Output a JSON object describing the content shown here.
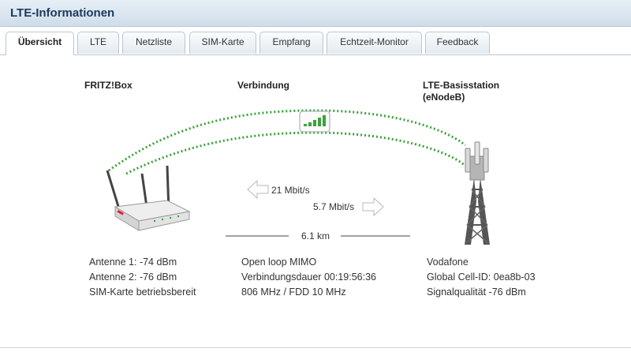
{
  "window": {
    "title": "LTE-Informationen"
  },
  "tabs": [
    {
      "label": "Übersicht",
      "active": true
    },
    {
      "label": "LTE",
      "active": false
    },
    {
      "label": "Netzliste",
      "active": false
    },
    {
      "label": "SIM-Karte",
      "active": false
    },
    {
      "label": "Empfang",
      "active": false
    },
    {
      "label": "Echtzeit-Monitor",
      "active": false
    },
    {
      "label": "Feedback",
      "active": false
    }
  ],
  "overview": {
    "device_heading": "FRITZ!Box",
    "connection_heading": "Verbindung",
    "station_heading_line1": "LTE-Basisstation",
    "station_heading_line2": "(eNodeB)",
    "downlink": "21 Mbit/s",
    "uplink": "5.7 Mbit/s",
    "distance": "6.1 km",
    "device_info": [
      "Antenne 1: -74 dBm",
      "Antenne 2: -76 dBm",
      "SIM-Karte betriebsbereit"
    ],
    "connection_info": [
      "Open loop MIMO",
      "Verbindungsdauer 00:19:56:36",
      "806 MHz / FDD 10 MHz"
    ],
    "station_info": [
      "Vodafone",
      "Global Cell-ID: 0ea8b-03",
      "Signalqualität -76 dBm"
    ]
  },
  "colors": {
    "signal_green": "#3aa33a",
    "title_blue": "#1c3a5c"
  }
}
